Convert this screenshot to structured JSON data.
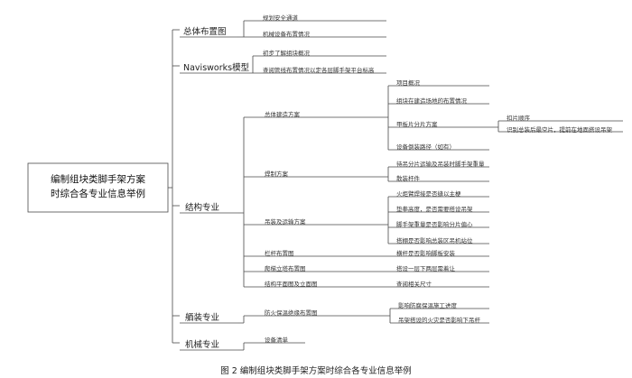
{
  "root": {
    "line1": "编制组块类脚手架方案",
    "line2": "时综合各专业信息举例"
  },
  "level1": {
    "zongti": "总体布置图",
    "navis": "Navisworks模型",
    "jiegou": "结构专业",
    "guanzhuang": "舾装专业",
    "jixie": "机械专业"
  },
  "zongti_items": [
    "规划安全通道",
    "机械设备布置情况"
  ],
  "navis_items": [
    "初步了解组块概况",
    "查阅管线布置情况以定各层脚手架平台标高"
  ],
  "jiegou": {
    "jianzao": {
      "label": "总体建造方案",
      "items": [
        "项目概况",
        "组块在建造场地的布置情况",
        "甲板片分片方案",
        "设备倒装路径（如有）"
      ],
      "sub": {
        "title": "扣片顺序",
        "text": "识别总装后最空片，提前在地面搭设吊架"
      }
    },
    "hanzhi": {
      "label": "焊制方案",
      "items": [
        "待吊分片运输及吊装时脚手架重量",
        "散装杆件"
      ]
    },
    "diaozhuang": {
      "label": "吊装及运输方案",
      "items": [
        "火炬臂焊接是否缝以主梗",
        "垫拳高度，是否需要搭设吊架",
        "脚手架重量是否影响分片偏心",
        "搭棚是否影响总装区吊机站位"
      ]
    },
    "langan": {
      "label": "栏杆布置图",
      "item": "横杆是否影响脚板安装"
    },
    "pati": {
      "label": "爬梯立塔布置图",
      "item": "搭设一层下两层需着让"
    },
    "pingmian": {
      "label": "结构平面图及立面图",
      "item": "查阅相关尺寸"
    }
  },
  "guanzhuang": {
    "label": "防火保温绝缘布置图",
    "items": [
      "影响防腐保温施工进度",
      "吊架搭设的火灾是否影响下吊杆"
    ]
  },
  "jixie": {
    "label": "设备清单"
  },
  "caption": "图 2  编制组块类脚手架方案时综合各专业信息举例"
}
